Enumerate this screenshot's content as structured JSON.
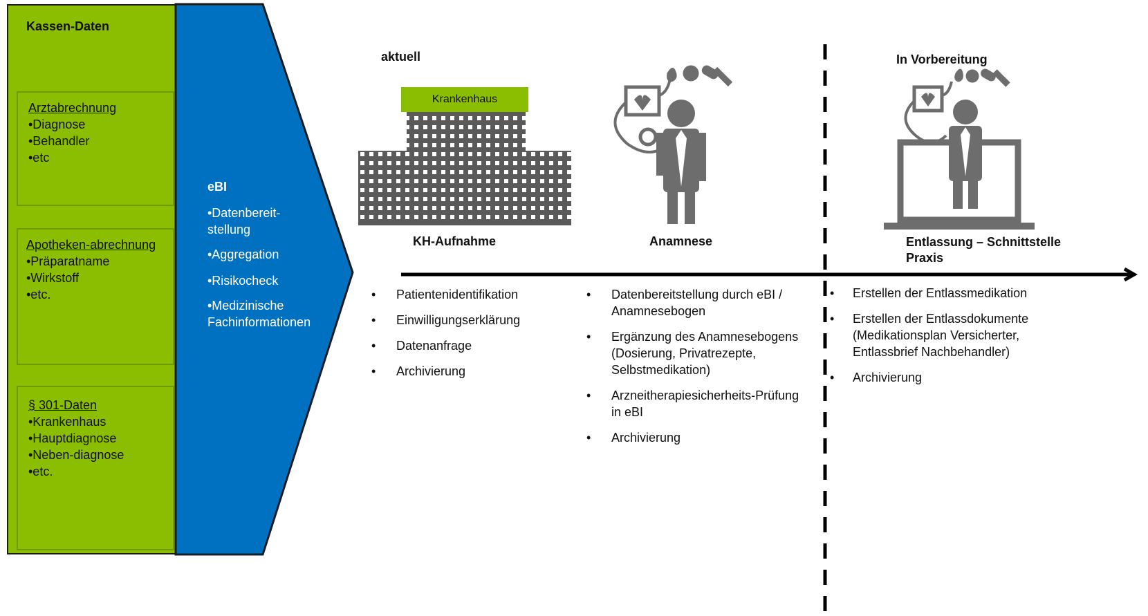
{
  "kassen": {
    "title": "Kassen-Daten",
    "boxes": [
      {
        "heading": "Arztabrechnung",
        "items": [
          "•Diagnose",
          "•Behandler",
          "•etc"
        ]
      },
      {
        "heading": "Apotheken-abrechnung",
        "items": [
          "•Präparatname",
          "•Wirkstoff",
          "•etc."
        ]
      },
      {
        "heading": "§ 301-Daten",
        "items": [
          "•Krankenhaus",
          "•Hauptdiagnose",
          "•Neben-diagnose",
          "•etc."
        ]
      }
    ]
  },
  "ebi": {
    "title": "eBI",
    "items": [
      "•Datenbereit-stellung",
      "•Aggregation",
      "•Risikocheck",
      "•Medizinische Fachinformationen"
    ]
  },
  "timeline": {
    "current_label": "aktuell",
    "future_label": "In Vorbereitung",
    "hospital_sign": "Krankenhaus",
    "stages": [
      {
        "label": "KH-Aufnahme",
        "bullets": [
          "Patientenidentifikation",
          "Einwilligungserklärung",
          "Datenanfrage",
          "Archivierung"
        ]
      },
      {
        "label": "Anamnese",
        "bullets": [
          "Datenbereitstellung durch eBI / Anamnesebogen",
          "Ergänzung des Anamnesebogens (Dosierung, Privatrezepte, Selbstmedikation)",
          "Arzneitherapiesicherheits-Prüfung in eBI",
          "Archivierung"
        ]
      },
      {
        "label": "Entlassung – Schnittstelle Praxis",
        "bullets": [
          "Erstellen der Entlassmedikation",
          "Erstellen der Entlassdokumente (Medikationsplan Versicherter, Entlassbrief Nachbehandler)",
          "Archivierung"
        ]
      }
    ],
    "bullet_char": "•"
  },
  "colors": {
    "green": "#8bbd00",
    "blue": "#0070c0",
    "icon_gray": "#6d6d6d"
  }
}
